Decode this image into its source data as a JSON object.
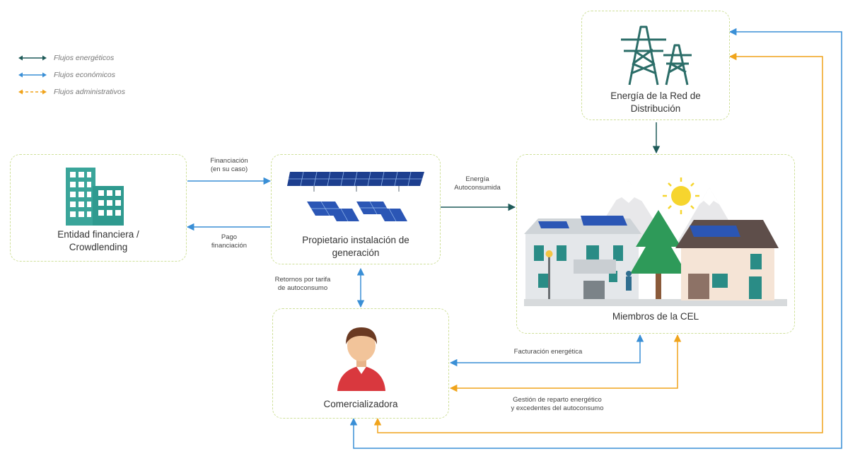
{
  "legend": [
    {
      "label": "Flujos energéticos",
      "color": "#1e5a58"
    },
    {
      "label": "Flujos económicos",
      "color": "#3a8fd6"
    },
    {
      "label": "Flujos administrativos",
      "color": "#f0a41c"
    }
  ],
  "nodes": {
    "entidad": {
      "line1": "Entidad financiera /",
      "line2": "Crowdlending"
    },
    "propietario": {
      "line1": "Propietario instalación de",
      "line2": "generación"
    },
    "red": {
      "line1": "Energía de la Red de",
      "line2": "Distribución"
    },
    "miembros": {
      "line1": "Miembros de la CEL"
    },
    "comercializadora": {
      "line1": "Comercializadora"
    }
  },
  "flows": {
    "financiacion": {
      "line1": "Financiación",
      "line2": "(en su caso)"
    },
    "pago": {
      "line1": "Pago",
      "line2": "financiación"
    },
    "energia": {
      "line1": "Energía",
      "line2": "Autoconsumida"
    },
    "retornos": {
      "line1": "Retornos por tarifa",
      "line2": "de autoconsumo"
    },
    "facturacion": {
      "line1": "Facturación energética"
    },
    "gestion": {
      "line1": "Gestión de reparto energético",
      "line2": "y excedentes del autoconsumo"
    }
  }
}
